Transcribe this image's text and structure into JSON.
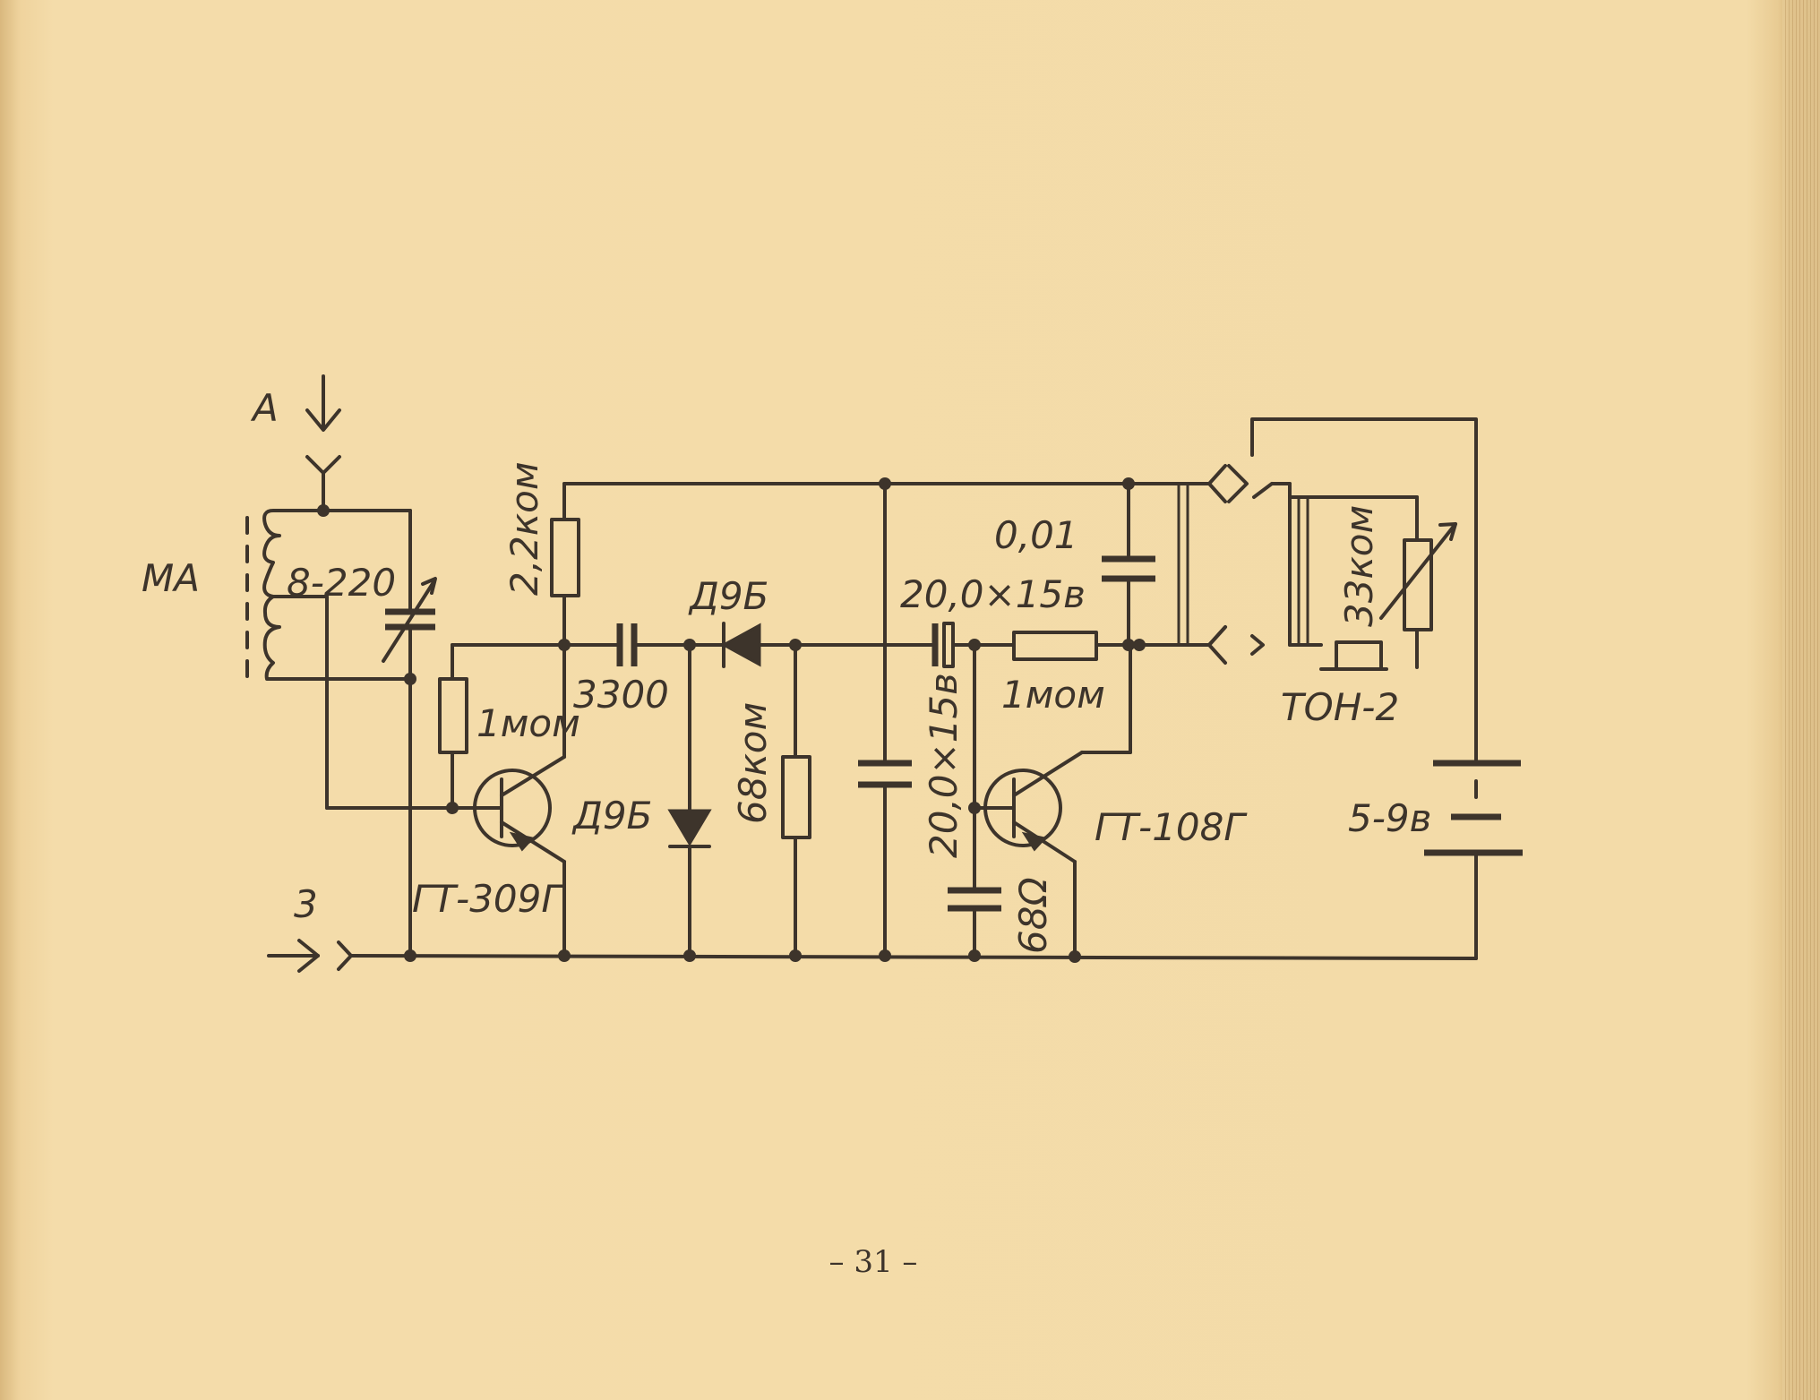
{
  "diagram": {
    "labels": {
      "antenna": "A",
      "ground": "3",
      "ferrite_antenna": "MA",
      "tuning_capacitor": "8-220",
      "collector_resistor": "2,2ком",
      "bias_resistor_1": "1мом",
      "coupling_capacitor": "3300",
      "diode_series": "Д9Б",
      "diode_shunt": "Д9Б",
      "load_resistor": "68ком",
      "transistor_1": "ГТ-309Г",
      "electrolytic_1": "20,0×15в",
      "electrolytic_2": "20,0×15в",
      "bias_resistor_2": "1мом",
      "bypass_capacitor": "0,01",
      "emitter_resistor": "68Ω",
      "transistor_2": "ГТ-108Г",
      "headphone_resistor": "33ком",
      "headphones": "ТОН-2",
      "battery": "5-9в"
    }
  },
  "footer": {
    "page_number": "– 31 –"
  }
}
